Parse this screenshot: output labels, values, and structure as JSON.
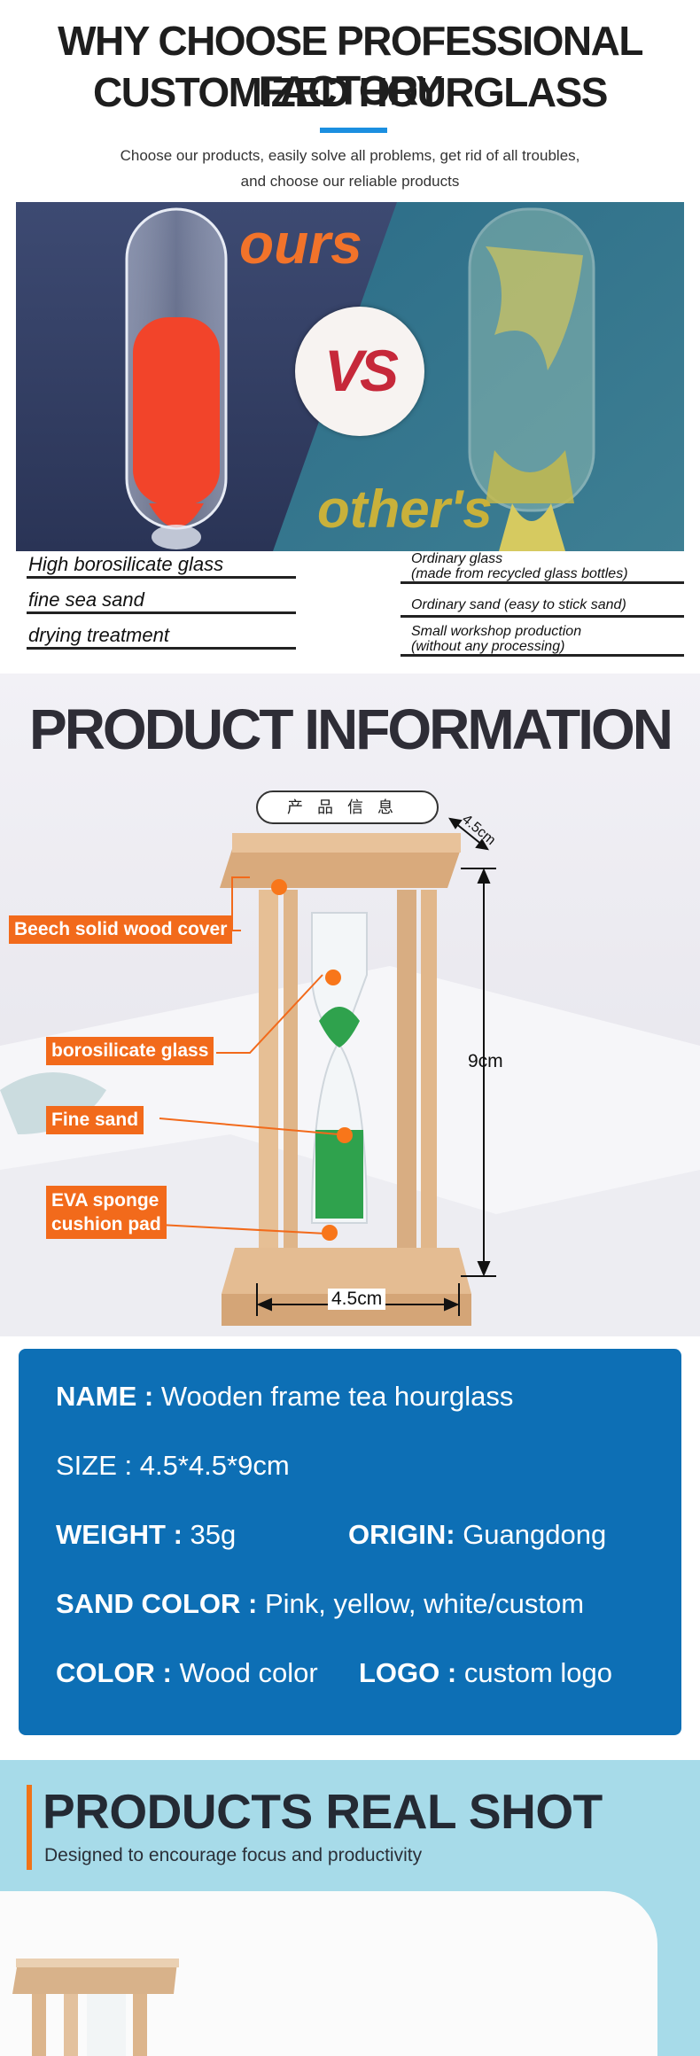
{
  "why": {
    "title_line1": "WHY CHOOSE PROFESSIONAL FACTORY",
    "title_line2": "CUSTOMIZED HOURGLASS",
    "subtitle_line1": "Choose our products, easily solve all problems, get rid of all troubles,",
    "subtitle_line2": "and choose our reliable products",
    "ours_label": "ours",
    "vs_label": "VS",
    "others_label": "other's",
    "ours_features": [
      "High borosilicate glass",
      "fine sea sand",
      "drying treatment"
    ],
    "others_features": [
      {
        "line1": "Ordinary glass",
        "line2": "(made from recycled glass bottles)"
      },
      {
        "line1": "Ordinary sand (easy to stick sand)",
        "line2": ""
      },
      {
        "line1": "Small workshop production",
        "line2": "(without any processing)"
      }
    ],
    "colors": {
      "ours_word": "#f2732a",
      "others_word": "#c9b13a",
      "vs": "#c6283a"
    }
  },
  "info": {
    "title": "PRODUCT INFORMATION",
    "pill_label": "产品信息",
    "callouts": [
      "Beech solid wood cover",
      "borosilicate glass",
      "Fine sand",
      "EVA sponge",
      "cushion pad"
    ],
    "dim_depth": "4.5cm",
    "dim_height": "9cm",
    "dim_width": "4.5cm",
    "colors": {
      "callout": "#f26a1b",
      "sand": "#2fa24d",
      "wood": "#e2b98f"
    }
  },
  "specs": {
    "name_label": "NAME :",
    "name_value": "Wooden frame tea hourglass",
    "size_label": "SIZE :",
    "size_value": "4.5*4.5*9cm",
    "weight_label": "WEIGHT :",
    "weight_value": "35g",
    "origin_label": "ORIGIN:",
    "origin_value": "Guangdong",
    "sand_label": "SAND COLOR :",
    "sand_value": "Pink, yellow, white/custom",
    "color_label": "COLOR :",
    "color_value": "Wood color",
    "logo_label": "LOGO :",
    "logo_value": "custom logo",
    "colors": {
      "panel": "#0d6fb5"
    }
  },
  "real_shot": {
    "title": "PRODUCTS REAL SHOT",
    "subtitle": "Designed to encourage focus and productivity",
    "colors": {
      "background": "#a7dbe9",
      "accent": "#f07318"
    }
  }
}
